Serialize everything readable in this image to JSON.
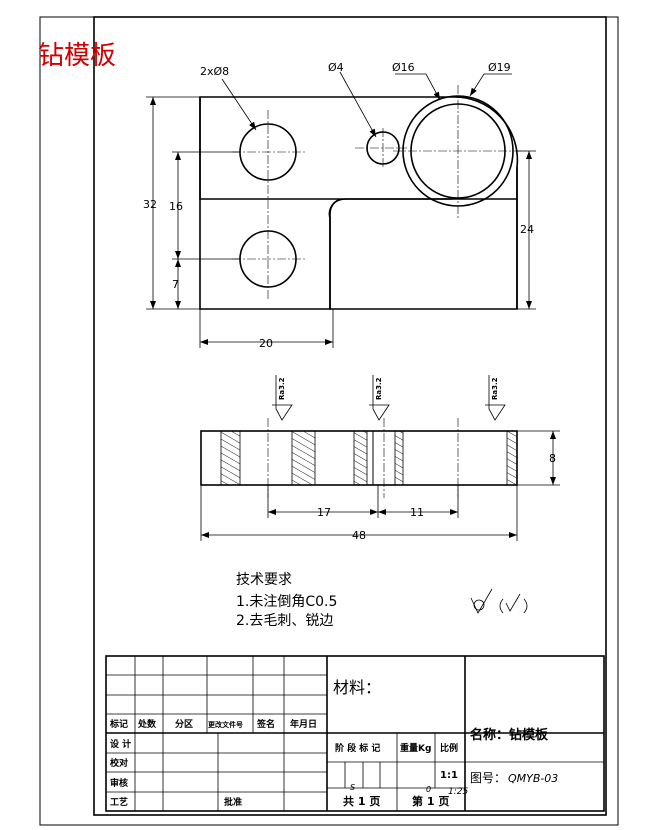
{
  "watermark_title": "钻模板",
  "top_view": {
    "labels": {
      "holes_pair": "2xØ8",
      "small_hole": "Ø4",
      "inner_circle": "Ø16",
      "outer_circle": "Ø19"
    },
    "dims": {
      "overall_height": "32",
      "hole_spacing": "16",
      "hole_offset": "7",
      "right_height": "24",
      "left_width": "20"
    }
  },
  "section_view": {
    "roughness": [
      "Ra3.2",
      "Ra3.2",
      "Ra3.2"
    ],
    "dims": {
      "thickness": "8",
      "spacing_a": "17",
      "spacing_b": "11",
      "overall_length": "48"
    }
  },
  "tech_requirements": {
    "heading": "技术要求",
    "items": [
      "1.未注倒角C0.5",
      "2.去毛刺、锐边"
    ]
  },
  "title_block": {
    "material_label": "材料：",
    "name_label": "名称：钻模板",
    "drawing_no_label": "图号：",
    "drawing_no": "QMYB-03",
    "scale_header": "比例",
    "scale_value": "1:1",
    "scale_note": "1:25",
    "stage_header": "阶 段 标 记",
    "weight_header": "重量Kg",
    "total_sheets": "共 1 页",
    "sheet_no": "第 1 页",
    "stage_marks": [
      "S",
      "0"
    ],
    "rev_headers": [
      "标记",
      "处数",
      "分区",
      "更改文件号",
      "签名",
      "年月日"
    ],
    "roles": [
      "设  计",
      "校对",
      "审核",
      "工艺"
    ],
    "approve": "批准"
  }
}
